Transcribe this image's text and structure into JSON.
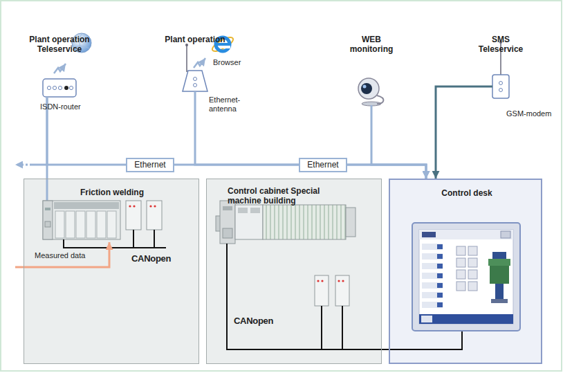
{
  "diagram": {
    "nodes": [
      {
        "text": [
          "Plant operation Teleservice",
          "ISDN-router"
        ]
      },
      {
        "text": [
          "Plant operation",
          "Browser",
          "Ethernet-antenna"
        ]
      },
      {
        "text": [
          "WEB monitoring"
        ]
      },
      {
        "text": [
          "SMS Teleservice",
          "GSM-modem"
        ]
      },
      {
        "text": [
          "Ethernet"
        ]
      },
      {
        "text": [
          "Ethernet"
        ]
      },
      {
        "text": [
          "Friction welding"
        ]
      },
      {
        "text": [
          "Control cabinet Special machine building"
        ]
      },
      {
        "text": [
          "Control desk"
        ]
      }
    ],
    "edges": [
      {
        "from": 0,
        "to": 6,
        "arrow": "none"
      },
      {
        "from": 0,
        "to": 8,
        "arrow": "to"
      },
      {
        "from": 1,
        "to": 8,
        "arrow": "to"
      },
      {
        "from": 2,
        "to": 8,
        "arrow": "to"
      },
      {
        "from": 3,
        "to": 8,
        "arrow": "to"
      },
      {
        "from": 7,
        "to": 8,
        "arrow": "none"
      }
    ],
    "labels": [
      "Measured data",
      "CANopen",
      "CANopen"
    ]
  }
}
